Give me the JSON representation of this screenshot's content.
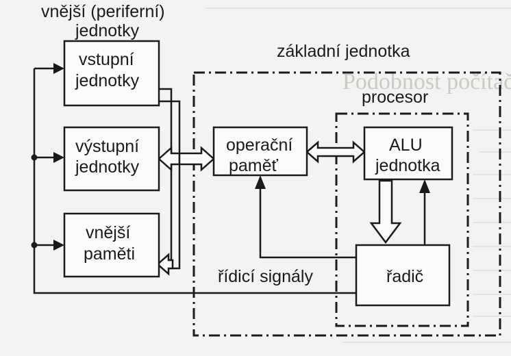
{
  "labels": {
    "peripheral_title_1": "vnější (periferní)",
    "peripheral_title_2": "jednotky",
    "input_units_1": "vstupní",
    "input_units_2": "jednotky",
    "output_units_1": "výstupní",
    "output_units_2": "jednotky",
    "external_memory_1": "vnější",
    "external_memory_2": "paměti",
    "base_unit": "základní jednotka",
    "processor": "procesor",
    "operating_memory_1": "operační",
    "operating_memory_2": "paměť",
    "alu_1": "ALU",
    "alu_2": "jednotka",
    "controller": "řadič",
    "control_signals": "řídicí signály"
  },
  "background_text": {
    "heading": "Podobnost počítače a mikropočítače"
  }
}
